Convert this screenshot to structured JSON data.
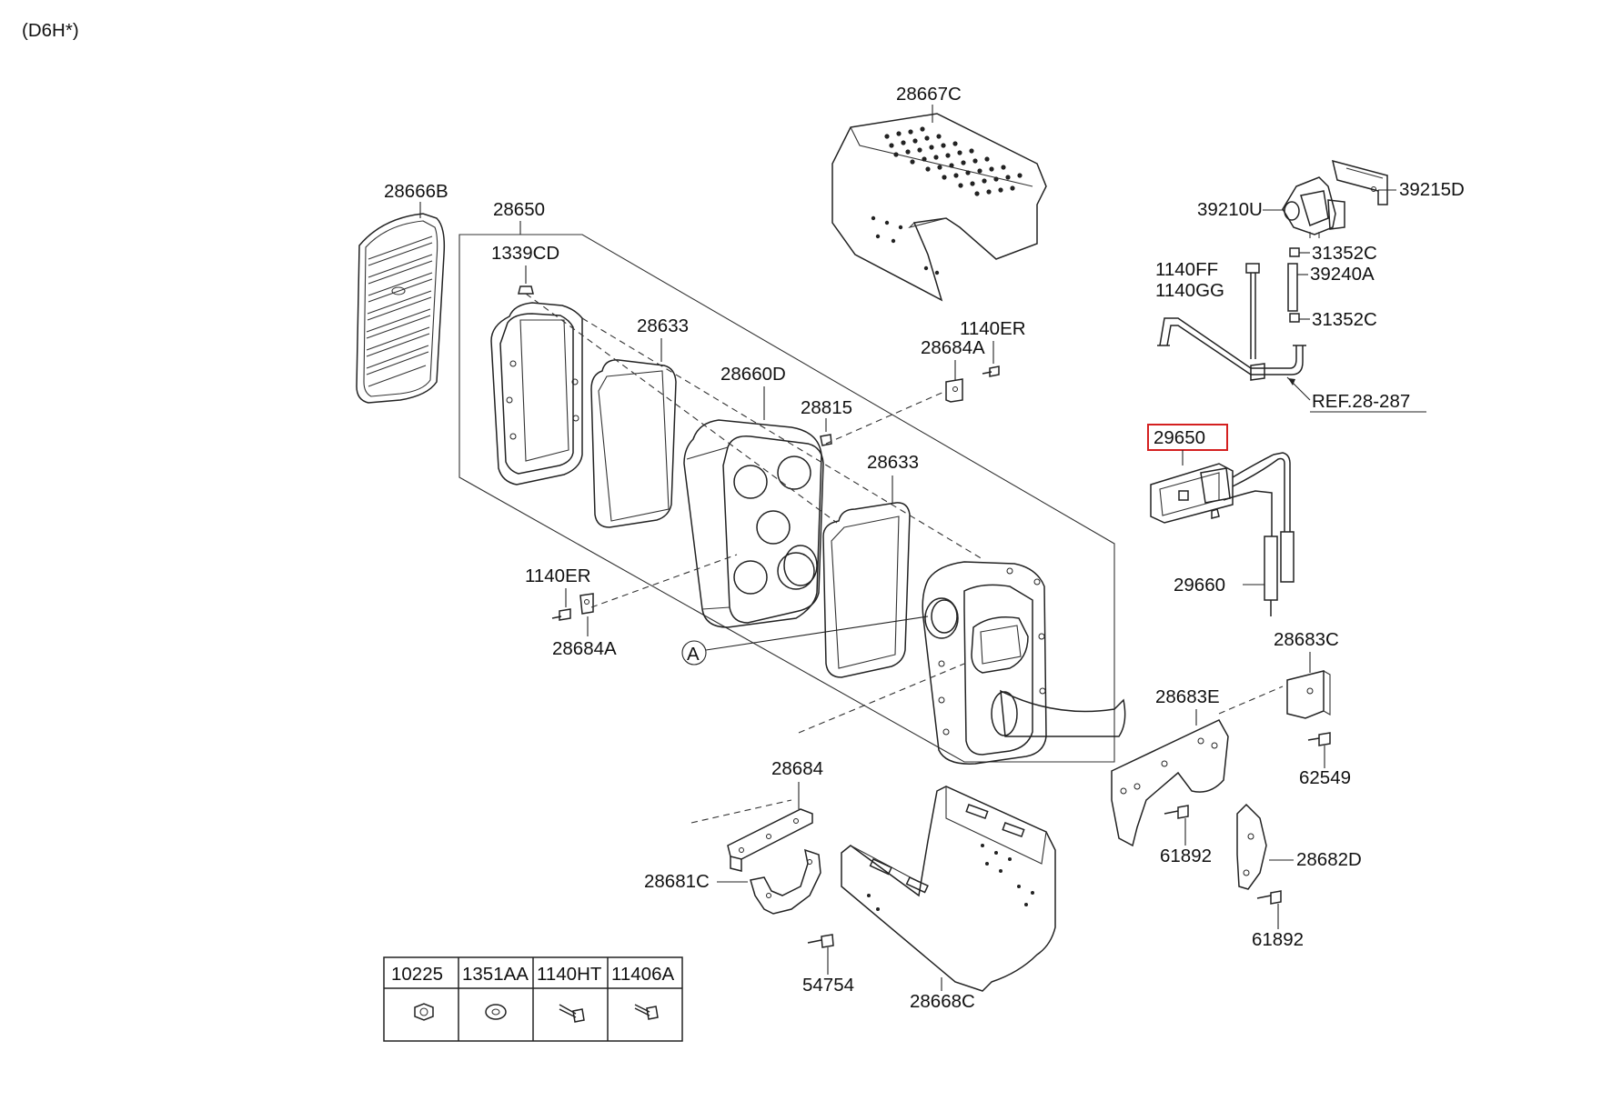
{
  "header": {
    "model_code": "(D6H*)"
  },
  "highlight_color": "#d42020",
  "callouts": {
    "c28667C": "28667C",
    "c28666B": "28666B",
    "c28650": "28650",
    "c1339CD": "1339CD",
    "c28633a": "28633",
    "c28633b": "28633",
    "c28660D": "28660D",
    "c28815": "28815",
    "c1140ERa": "1140ER",
    "c1140ERb": "1140ER",
    "c28684Aa": "28684A",
    "c28684Ab": "28684A",
    "c39210U": "39210U",
    "c39215D": "39215D",
    "c31352Ca": "31352C",
    "c31352Cb": "31352C",
    "c1140FF": "1140FF",
    "c1140GG": "1140GG",
    "c39240A": "39240A",
    "cREF": "REF.28-287",
    "c29650": "29650",
    "c29660": "29660",
    "c28683C": "28683C",
    "c28683E": "28683E",
    "c62549": "62549",
    "c61892a": "61892",
    "c61892b": "61892",
    "c28682D": "28682D",
    "c28684": "28684",
    "c28681C": "28681C",
    "c54754": "54754",
    "c28668C": "28668C",
    "cA": "A"
  },
  "fastener_table": {
    "headers": [
      "10225",
      "1351AA",
      "1140HT",
      "11406A"
    ]
  }
}
